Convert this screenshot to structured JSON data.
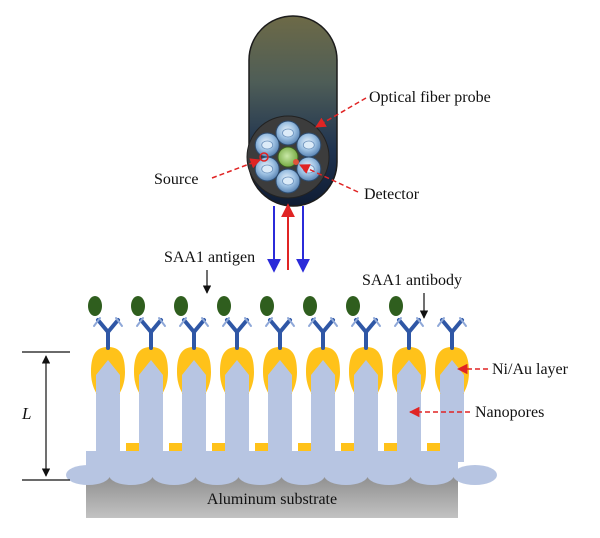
{
  "labels": {
    "probe": "Optical fiber probe",
    "source": "Source",
    "detector": "Detector",
    "antigen": "SAA1 antigen",
    "antibody": "SAA1 antibody",
    "niau": "Ni/Au layer",
    "nanopores": "Nanopores",
    "substrate": "Aluminum substrate",
    "length": "L"
  },
  "structure": {
    "pillar_count": 9,
    "antibody_count": 9,
    "antigen_count": 8,
    "fiber_count": 6
  },
  "colors": {
    "pillar": "#b7c5e2",
    "gold": "#ffc21a",
    "antibody": "#2f57a6",
    "antigen": "#2f5e1e",
    "substrate": "#9a9a9a",
    "arrow_blue": "#2b2bd9",
    "arrow_red": "#e02424",
    "pointer_red": "#e02424"
  }
}
